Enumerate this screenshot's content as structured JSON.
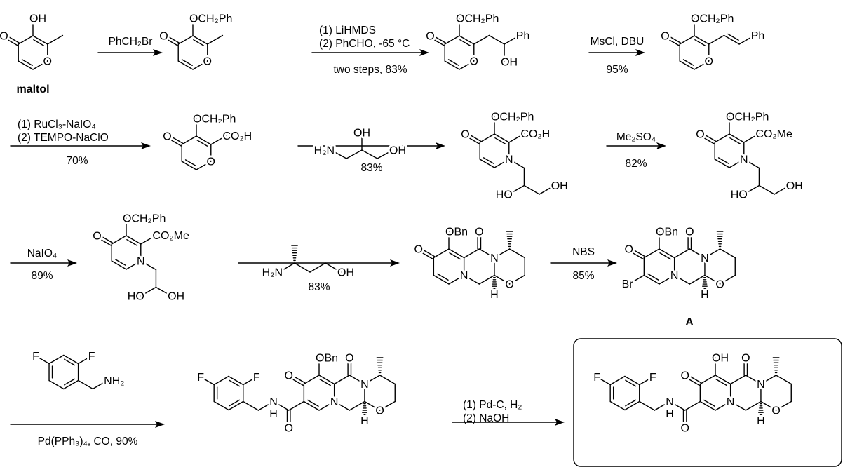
{
  "atoms": {
    "O": "O",
    "N": "N",
    "H": "H",
    "OH": "OH",
    "HO": "HO",
    "F": "F",
    "Br": "Br",
    "OBn": "OBn",
    "OCH2Ph": "OCH₂Ph",
    "Ph": "Ph",
    "CO2H": "CO₂H",
    "CO2Me": "CO₂Me",
    "H2N": "H₂N",
    "NH2": "NH₂"
  },
  "compounds": {
    "maltol": "maltol",
    "A": "A"
  },
  "steps": [
    {
      "above": [
        "PhCH₂Br"
      ],
      "below": []
    },
    {
      "above": [
        "(1) LiHMDS",
        "(2) PhCHO, -65 °C"
      ],
      "below": [
        "two steps, 83%"
      ]
    },
    {
      "above": [
        "MsCl, DBU"
      ],
      "below": [
        "95%"
      ]
    },
    {
      "above": [
        "(1) RuCl₃-NaIO₄",
        "(2) TEMPO-NaClO"
      ],
      "below": [
        "70%"
      ]
    },
    {
      "above": [],
      "below": [
        "83%"
      ]
    },
    {
      "above": [
        "Me₂SO₄"
      ],
      "below": [
        "82%"
      ]
    },
    {
      "above": [
        "NaIO₄"
      ],
      "below": [
        "89%"
      ]
    },
    {
      "above": [],
      "below": [
        "83%"
      ]
    },
    {
      "above": [
        "NBS"
      ],
      "below": [
        "85%"
      ]
    },
    {
      "above": [],
      "below": [
        "Pd(PPh₃)₄, CO, 90%"
      ]
    },
    {
      "above": [
        "(1) Pd-C, H₂",
        "(2) NaOH"
      ],
      "below": []
    }
  ]
}
